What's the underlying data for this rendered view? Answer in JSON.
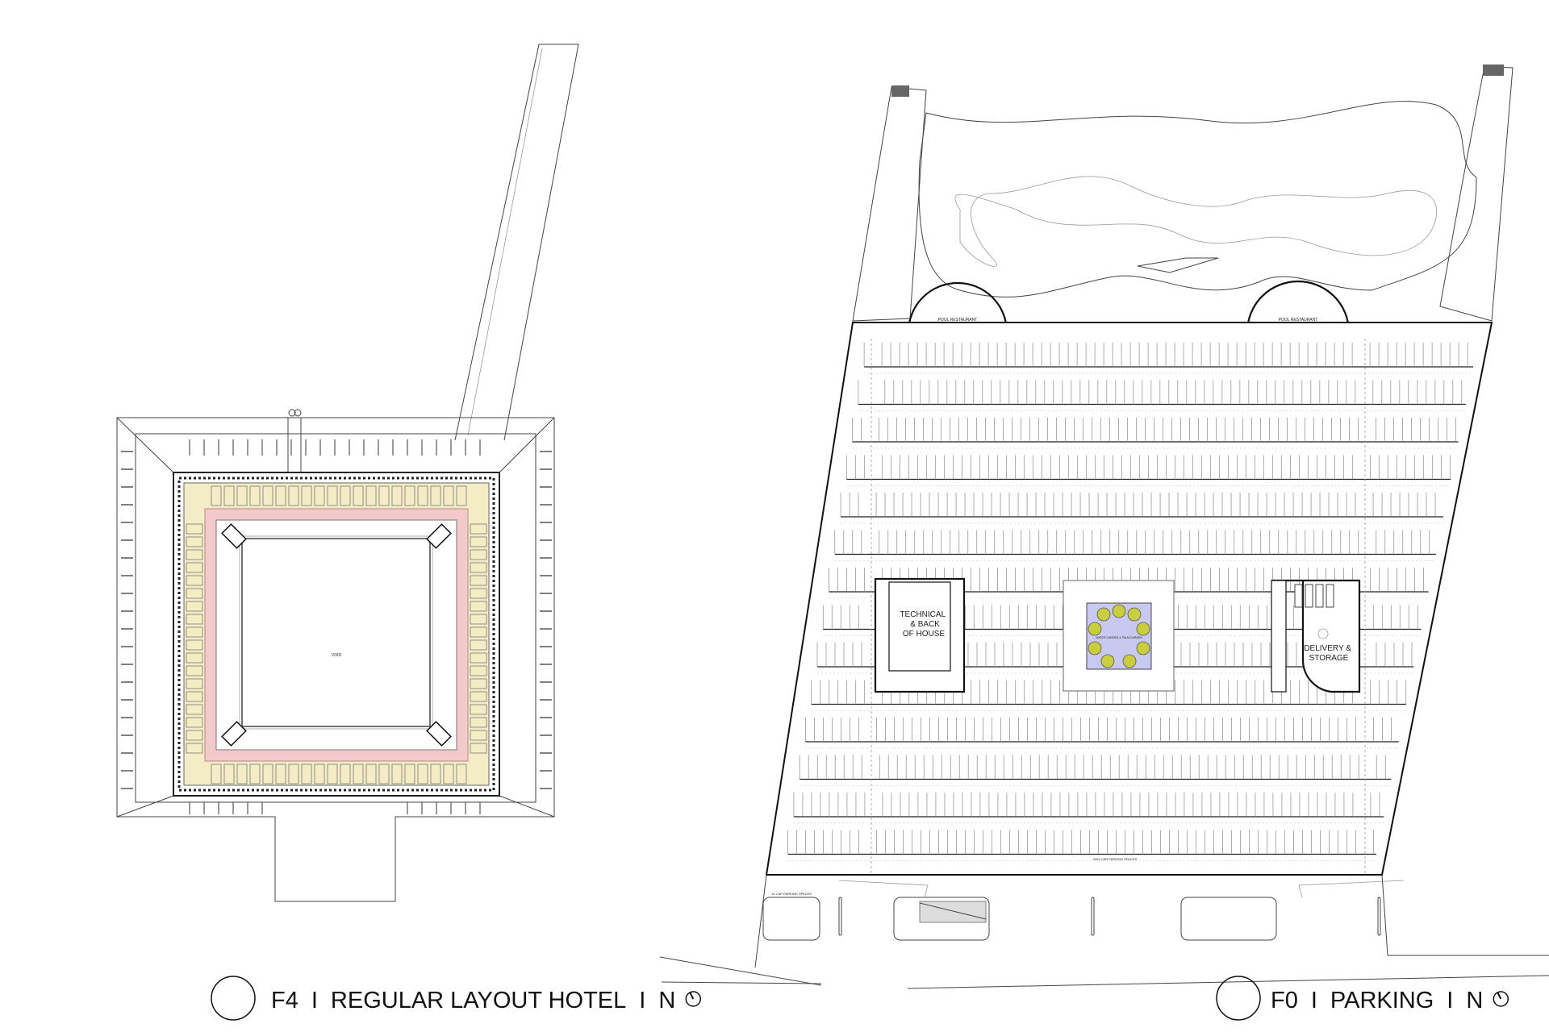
{
  "drawings": [
    {
      "id": "hotel",
      "level": "F4",
      "separator": "I",
      "title": "REGULAR LAYOUT HOTEL",
      "north": "N",
      "labels": {
        "void": "VOID"
      }
    },
    {
      "id": "parking",
      "level": "F0",
      "separator": "I",
      "title": "PARKING",
      "north": "N",
      "labels": {
        "technical": [
          "TECHNICAL",
          "& BACK",
          "OF HOUSE"
        ],
        "delivery": [
          "DELIVERY &",
          "STORAGE"
        ],
        "pool_restaurant_left": "POOL RESTAURANT",
        "pool_restaurant_right": "POOL RESTAURANT",
        "garden": "WATER GARDEN & PALM GARDEN",
        "main_parking_count": "2262 CAR PARKING SPACES",
        "small_parking_count": "14 CAR PARKING SPACES"
      }
    }
  ],
  "colors": {
    "corridor": "#f3c9c9",
    "rooms": "#f3ecc4",
    "garden_bg": "#c9c8f0",
    "trees": "#c8cf3a"
  }
}
